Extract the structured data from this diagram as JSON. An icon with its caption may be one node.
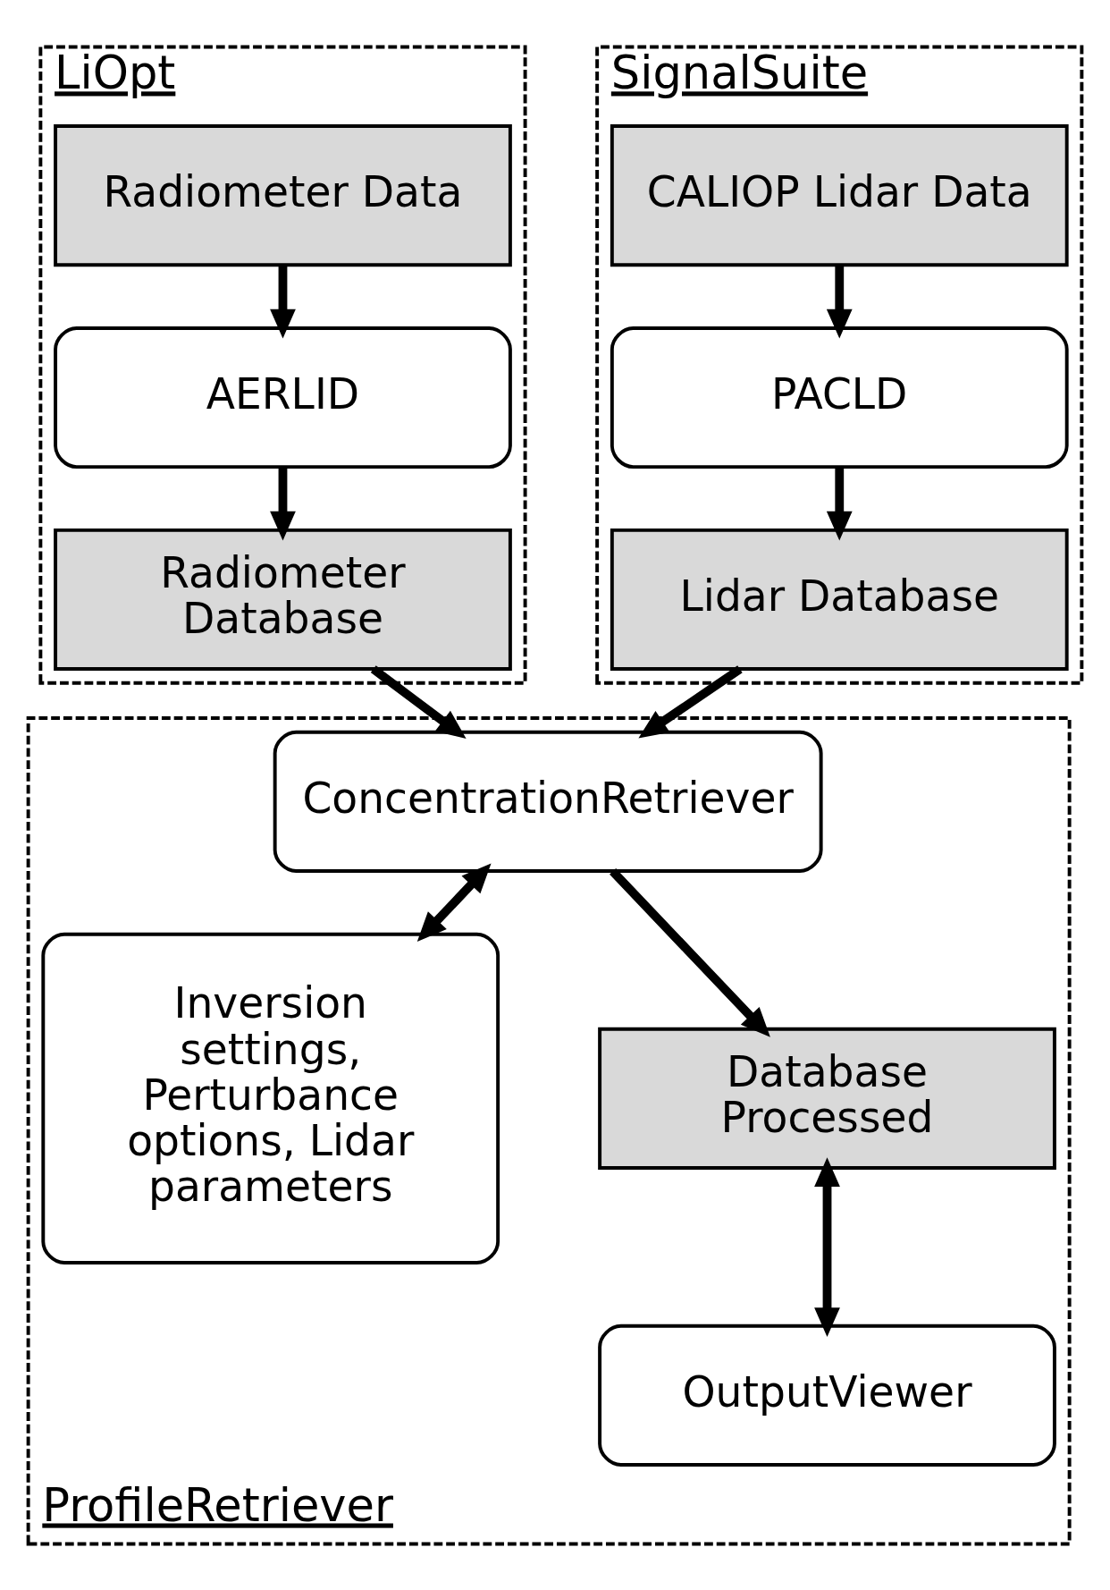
{
  "diagram": {
    "nodes": [
      {
        "text": [
          "LiOpt"
        ]
      },
      {
        "text": [
          "Radiometer Data"
        ],
        "in": 0
      },
      {
        "text": [
          "AERLID"
        ],
        "in": 0
      },
      {
        "text": [
          "Radiometer Database"
        ],
        "in": 0
      },
      {
        "text": [
          "SignalSuite"
        ]
      },
      {
        "text": [
          "CALIOP Lidar Data"
        ],
        "in": 4
      },
      {
        "text": [
          "PACLD"
        ],
        "in": 4
      },
      {
        "text": [
          "Lidar Database"
        ],
        "in": 4
      },
      {
        "text": [
          "ProfileRetriever"
        ]
      },
      {
        "text": [
          "ConcentrationRetriever"
        ],
        "in": 8
      },
      {
        "text": [
          "Inversion settings, Perturbance options, Lidar parameters"
        ],
        "in": 8
      },
      {
        "text": [
          "Database Processed"
        ],
        "in": 8
      },
      {
        "text": [
          "OutputViewer"
        ],
        "in": 8
      }
    ],
    "edges": [
      {
        "from": 1,
        "to": 2,
        "arrow": "to"
      },
      {
        "from": 2,
        "to": 3,
        "arrow": "to"
      },
      {
        "from": 5,
        "to": 6,
        "arrow": "to"
      },
      {
        "from": 6,
        "to": 7,
        "arrow": "to"
      },
      {
        "from": 3,
        "to": 9,
        "arrow": "to"
      },
      {
        "from": 7,
        "to": 9,
        "arrow": "to"
      },
      {
        "from": 9,
        "to": 10,
        "arrow": "both"
      },
      {
        "from": 9,
        "to": 11,
        "arrow": "to"
      },
      {
        "from": 11,
        "to": 12,
        "arrow": "both"
      }
    ]
  }
}
